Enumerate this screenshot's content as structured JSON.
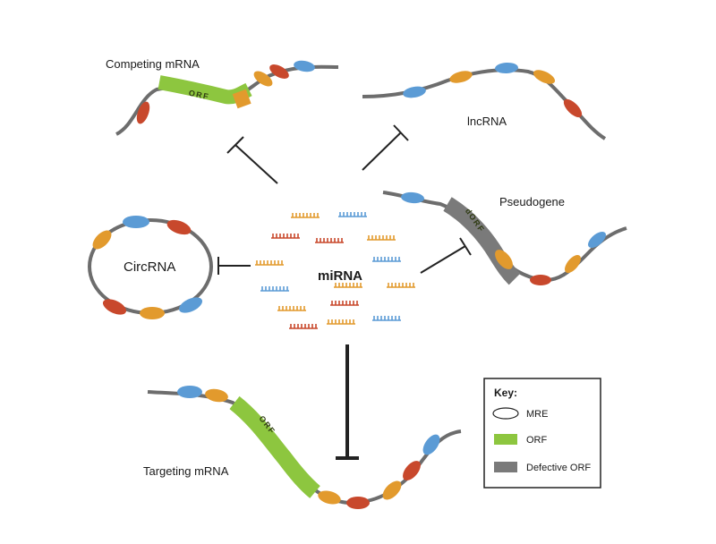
{
  "labels": {
    "competing_mrna": "Competing mRNA",
    "lncrna": "lncRNA",
    "pseudogene": "Pseudogene",
    "circrna": "CircRNA",
    "mirna": "miRNA",
    "targeting_mrna": "Targeting mRNA",
    "orf_competing": "ORF",
    "orf_targeting": "ORF",
    "dorf_pseudogene": "dORF"
  },
  "key": {
    "title": "Key:",
    "items": [
      {
        "label": "MRE",
        "symbol": "ellipse"
      },
      {
        "label": "ORF",
        "symbol": "green-box",
        "color": "#8dc63f"
      },
      {
        "label": "Defective ORF",
        "symbol": "gray-box",
        "color": "#7a7a7a"
      }
    ]
  },
  "colors": {
    "strand": "#6d6d6d",
    "mre_blue": "#5b9bd5",
    "mre_orange": "#e29a2d",
    "mre_red": "#c8482c",
    "orf": "#8dc63f",
    "defective_orf": "#7a7a7a",
    "inhibitor": "#222222"
  }
}
